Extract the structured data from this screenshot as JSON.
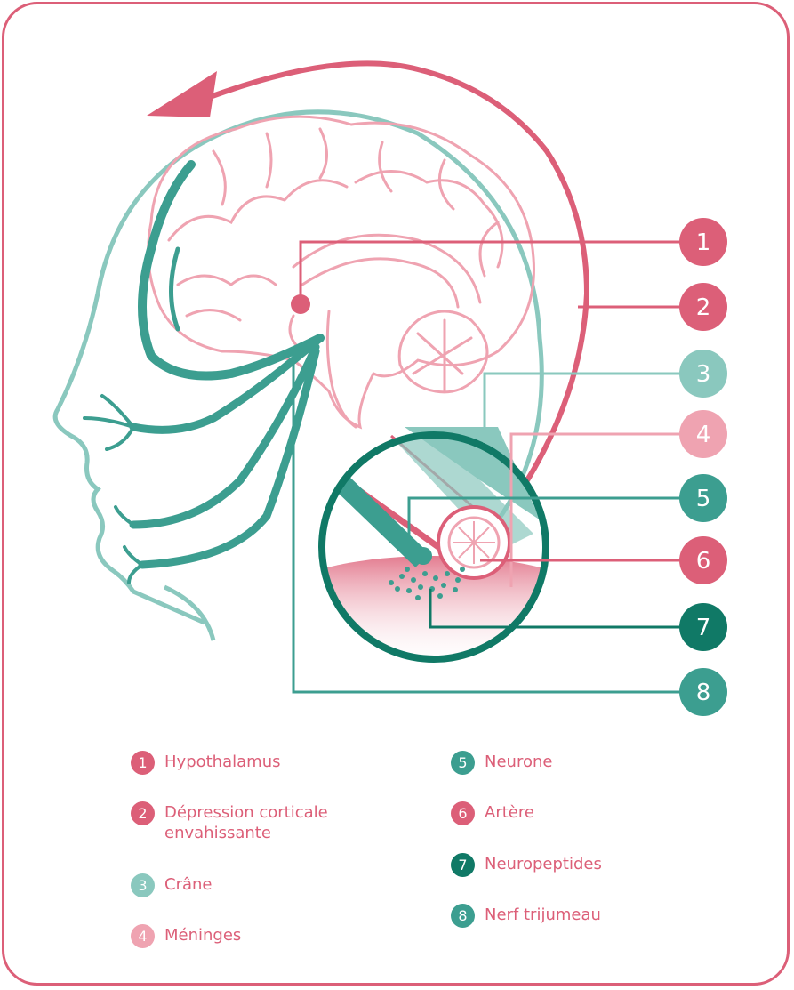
{
  "colors": {
    "pink": "#dc5f78",
    "light_pink": "#efa3b1",
    "teal": "#3c9e90",
    "light_teal": "#8ac8be",
    "dark_teal": "#107966"
  },
  "badges": [
    {
      "num": "1",
      "color": "#dc5f78"
    },
    {
      "num": "2",
      "color": "#dc5f78"
    },
    {
      "num": "3",
      "color": "#8ac8be"
    },
    {
      "num": "4",
      "color": "#efa3b1"
    },
    {
      "num": "5",
      "color": "#3c9e90"
    },
    {
      "num": "6",
      "color": "#dc5f78"
    },
    {
      "num": "7",
      "color": "#107966"
    },
    {
      "num": "8",
      "color": "#3c9e90"
    }
  ],
  "legend": [
    {
      "num": "1",
      "label": "Hypothalamus",
      "color": "#dc5f78"
    },
    {
      "num": "2",
      "label": "Dépression corticale envahissante",
      "color": "#dc5f78"
    },
    {
      "num": "3",
      "label": "Crâne",
      "color": "#8ac8be"
    },
    {
      "num": "4",
      "label": "Méninges",
      "color": "#efa3b1"
    },
    {
      "num": "5",
      "label": "Neurone",
      "color": "#3c9e90"
    },
    {
      "num": "6",
      "label": "Artère",
      "color": "#dc5f78"
    },
    {
      "num": "7",
      "label": "Neuropeptides",
      "color": "#107966"
    },
    {
      "num": "8",
      "label": "Nerf trijumeau",
      "color": "#3c9e90"
    }
  ]
}
